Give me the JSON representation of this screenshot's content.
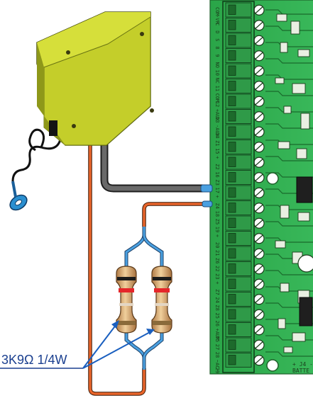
{
  "resistor_label": "3K9Ω 1/4W",
  "board_bottom_labels": [
    "+ J4 -",
    "BATTE"
  ],
  "terminal_labels": [
    "COM",
    "-VR",
    "C",
    "D",
    "S",
    "8",
    "9",
    "NO",
    "10",
    "NC",
    "11",
    "COM",
    "12",
    "+AUX",
    "13",
    "-AUX",
    "14",
    "Z1",
    "15",
    "+",
    "Z2",
    "16",
    "Z3",
    "17",
    "+",
    "Z4",
    "18",
    "Z5",
    "19",
    "+",
    "20",
    "21",
    "Z6",
    "22",
    "23",
    "+",
    "Z7",
    "24",
    "Z8",
    "25",
    "26",
    "+AUX",
    "T5",
    "27",
    "28",
    "~AC~",
    "29"
  ],
  "colors": {
    "board_green": "#2fae4e",
    "board_dark": "#1f5f2a",
    "housing_yellow": "#c7d12c",
    "housing_side": "#9aa51e",
    "wire_orange": "#e0622a",
    "wire_gray": "#4a4a4a",
    "tip_blue": "#3a8fd6",
    "resistor_body": "#d8b07a",
    "arrow_blue": "#1a5fbf"
  }
}
